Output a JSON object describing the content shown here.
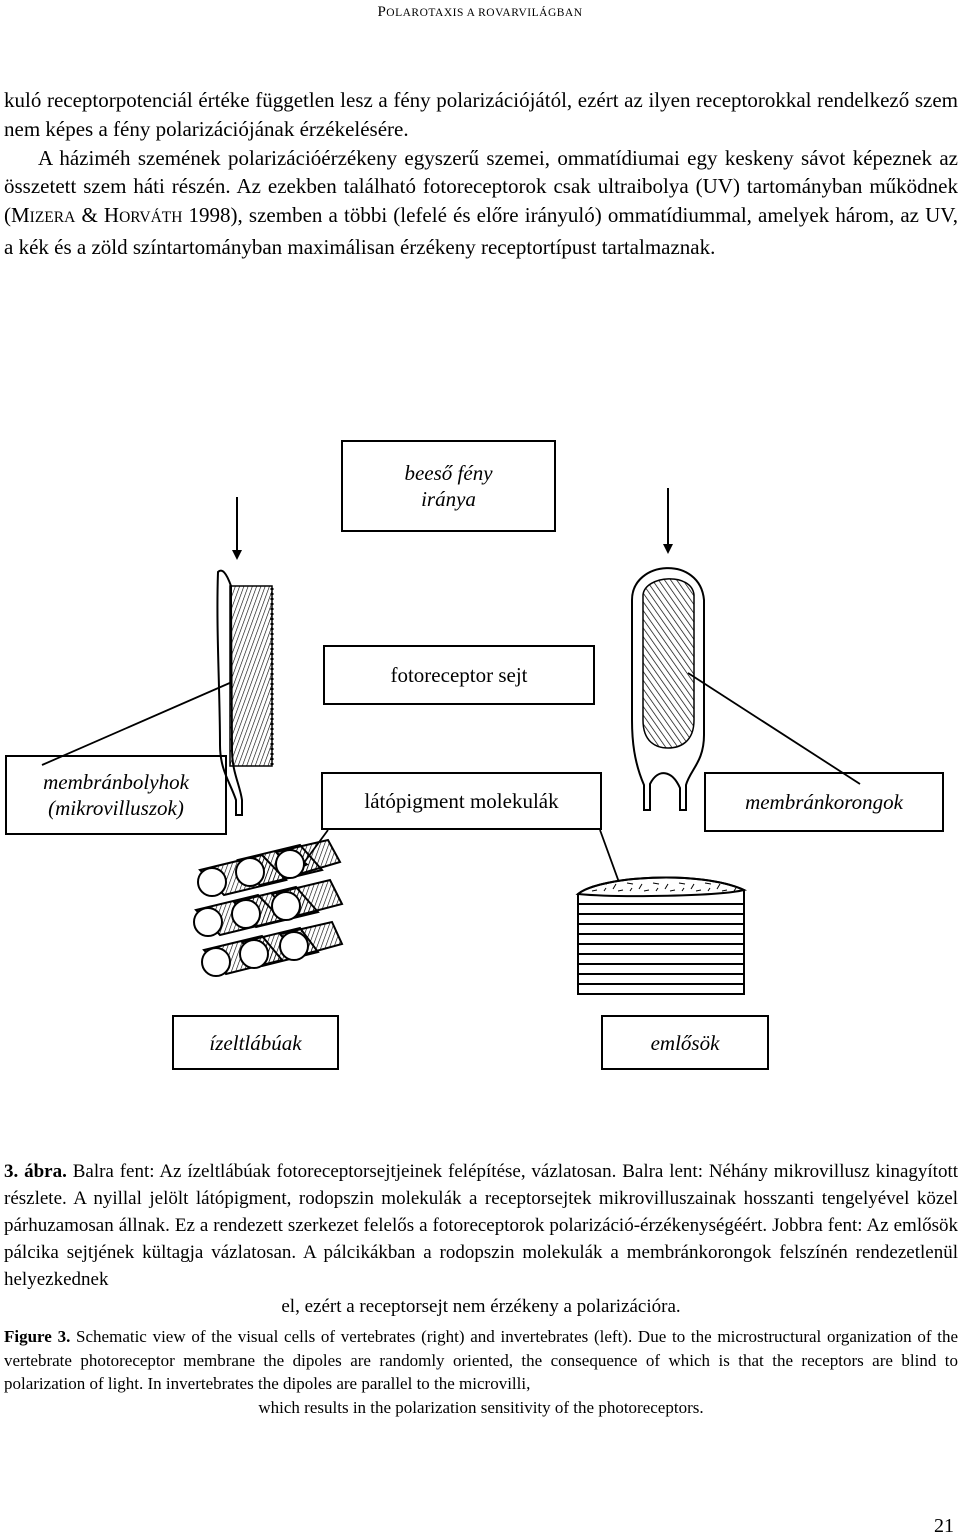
{
  "header": {
    "first_cap": "P",
    "rest_small": "OLAROTAXIS A ROVARVILÁGBAN"
  },
  "body": {
    "p1": "kuló receptorpotenciál értéke független lesz a fény polarizációjától, ezért az ilyen receptorokkal rendelkező szem nem képes a fény polarizációjának érzékelésére.",
    "p2_a": "A háziméh szemének polarizációérzékeny egyszerű szemei, ommatídiumai egy keskeny sávot képeznek az összetett szem háti részén. Az ezekben található fotoreceptorok csak ultraibolya (UV) tartományban működnek (M",
    "p2_sc1": "IZERA",
    "p2_b": " & H",
    "p2_sc2": "ORVÁTH",
    "p2_c": " 1998), szemben a többi (lefelé és előre irányuló) ommatídiummal, amelyek három, az UV, a kék és a zöld színtartományban maximálisan érzékeny receptortípust tartalmaznak."
  },
  "figure": {
    "label_incident_1": "beeső fény",
    "label_incident_2": "iránya",
    "label_photoreceptor": "fotoreceptor sejt",
    "label_microvilli_1": "membránbolyhok",
    "label_microvilli_2": "(mikrovilluszok)",
    "label_pigment": "látópigment molekulák",
    "label_discs": "membránkorongok",
    "label_arthropods": "ízeltlábúak",
    "label_mammals": "emlősök"
  },
  "caption_hu": {
    "bold": "3. ábra.",
    "text": " Balra fent: Az ízeltlábúak fotoreceptorsejtjeinek felépítése, vázlatosan. Balra lent: Néhány mikrovillusz kinagyított részlete. A nyillal jelölt látópigment, rodopszin molekulák a receptorsejtek mikrovilluszainak hosszanti tengelyével közel párhuzamosan állnak. Ez a rendezett szerkezet felelős a fotoreceptorok polarizáció-érzékenységéért. Jobbra fent: Az emlősök pálcika sejtjének kültagja vázlatosan. A pálcikákban a rodopszin molekulák a membránkorongok felszínén rendezetlenül helyezkednek",
    "last_line": "el, ezért a receptorsejt nem érzékeny a polarizációra."
  },
  "caption_en": {
    "bold": "Figure 3.",
    "text": " Schematic view of the visual cells of vertebrates (right) and invertebrates (left). Due to the microstructural organization of the vertebrate photoreceptor membrane the dipoles are randomly oriented, the consequence of which is that the receptors are blind to polarization of light. In invertebrates the dipoles are parallel to the microvilli,",
    "last_line": "which results in the polarization sensitivity of the photoreceptors."
  },
  "page_number": "21"
}
